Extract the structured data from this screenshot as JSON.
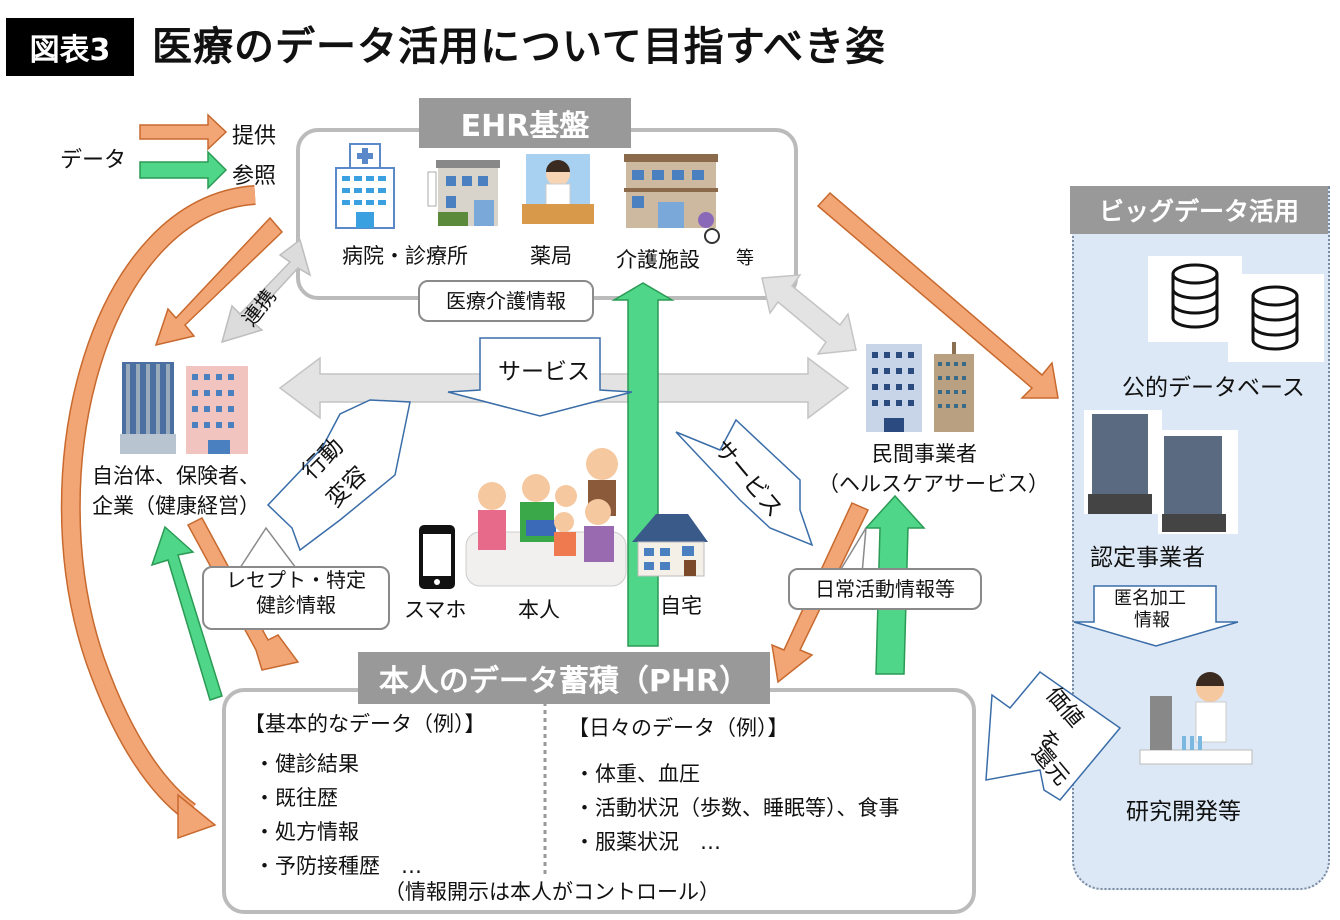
{
  "header": {
    "badge": "図表3",
    "title": "医療のデータ活用について目指すべき姿"
  },
  "legend": {
    "data_label": "データ",
    "provide_label": "提供",
    "reference_label": "参照",
    "provide_color": "#f2a675",
    "reference_color": "#4fd688"
  },
  "ehr": {
    "heading": "EHR基盤",
    "facilities": [
      "病院・診療所",
      "薬局",
      "介護施設"
    ],
    "etc": "等",
    "info_callout": "医療介護情報"
  },
  "left_org": {
    "line1": "自治体、保険者、",
    "line2": "企業（健康経営）",
    "callout_line1": "レセプト・特定",
    "callout_line2": "健診情報"
  },
  "right_org": {
    "line1": "民間事業者",
    "line2": "（ヘルスケアサービス）",
    "callout": "日常活動情報等"
  },
  "center": {
    "service_callout": "サービス",
    "behavior_callout_1": "行動",
    "behavior_callout_2": "変容",
    "service_callout_right": "サービス",
    "renkei_label": "連携",
    "smartphone": "スマホ",
    "person": "本人",
    "home": "自宅"
  },
  "phr": {
    "heading": "本人のデータ蓄積（PHR）",
    "basic_title": "【基本的なデータ（例）】",
    "basic_items": [
      "・健診結果",
      "・既往歴",
      "・処方情報",
      "・予防接種歴　…"
    ],
    "daily_title": "【日々のデータ（例）】",
    "daily_items": [
      "・体重、血圧",
      "・活動状況（歩数、睡眠等）、食事",
      "・服薬状況　…"
    ],
    "footer": "（情報開示は本人がコントロール）"
  },
  "bigdata": {
    "heading": "ビッグデータ活用",
    "public_db": "公的データベース",
    "certified": "認定事業者",
    "anon_1": "匿名加工",
    "anon_2": "情報",
    "research": "研究開発等",
    "value_return_1": "価値",
    "value_return_2": "を",
    "value_return_3": "還元"
  }
}
